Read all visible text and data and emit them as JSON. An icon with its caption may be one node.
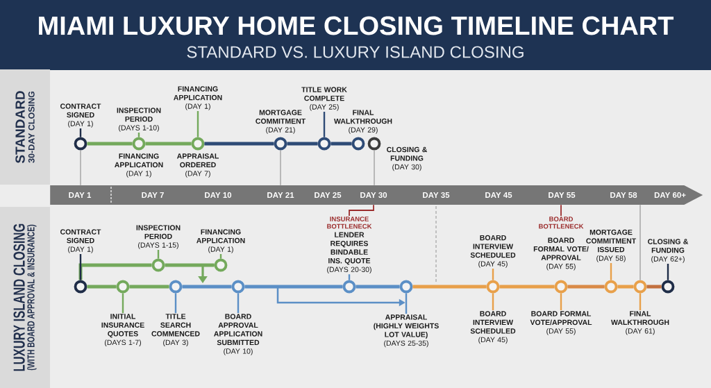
{
  "diagram": {
    "title": "MIAMI LUXURY HOME CLOSING TIMELINE CHART",
    "nodes": [
      {
        "text": [
          "STANDARD",
          "30-DAY CLOSING"
        ]
      },
      {
        "text": [
          "CONTRACT SIGNED",
          "(DAY 1)"
        ]
      },
      {
        "text": [],
        "shape": "circle"
      },
      {
        "text": [
          "INSPECTION PERIOD",
          "(DAYS 1-10)"
        ]
      },
      {
        "text": [],
        "shape": "circle",
        "beside": [
          "FINANCING APPLICATION",
          "(DAY 1)"
        ]
      },
      {
        "text": [
          "FINANCING APPLICATION",
          "(DAY 1)"
        ]
      },
      {
        "text": [],
        "shape": "circle",
        "beside": [
          "APPRAISAL ORDERED",
          "(DAY 7)"
        ]
      },
      {
        "text": [],
        "shape": "circle",
        "beside": [
          "MORTGAGE COMMITMENT",
          "(DAY 21)"
        ]
      },
      {
        "text": [
          "TITLE WORK COMPLETE",
          "(DAY 25)"
        ]
      },
      {
        "text": [],
        "shape": "circle"
      },
      {
        "text": [],
        "shape": "circle",
        "beside": [
          "FINAL WALKTHROUGH",
          "(DAY 29)"
        ]
      },
      {
        "text": [],
        "shape": "circle",
        "beside": [
          "CLOSING & FUNDING",
          "(DAY 30)"
        ]
      },
      {
        "text": [
          "DAY 1",
          "DAY 7",
          "DAY 10",
          "DAY 21",
          "DAY 25",
          "DAY 30",
          "DAY 35",
          "DAY 45",
          "DAY 55",
          "DAY 58",
          "DAY 60+"
        ]
      },
      {
        "text": [
          "LUXURY ISLAND CLOSING",
          "(WITH BOARD APPROVAL & INSURANCE)"
        ]
      },
      {
        "text": [
          "CONTRACT SIGNED",
          "(DAY 1)"
        ]
      },
      {
        "text": [],
        "shape": "circle"
      },
      {
        "text": [
          "INSPECTION PERIOD",
          "(DAYS 1-15)"
        ]
      },
      {
        "text": [],
        "shape": "circle"
      },
      {
        "text": [
          "FINANCING APPLICATION",
          "(DAY 1)"
        ]
      },
      {
        "text": [],
        "shape": "circle"
      },
      {
        "text": [],
        "shape": "circle"
      },
      {
        "text": [
          "INITIAL INSURANCE QUOTES",
          "(DAYS 1-7)"
        ]
      },
      {
        "text": [],
        "shape": "circle"
      },
      {
        "text": [
          "TITLE SEARCH COMMENCED",
          "(DAY 3)"
        ]
      },
      {
        "text": [],
        "shape": "circle"
      },
      {
        "text": [
          "BOARD APPROVAL APPLICATION SUBMITTED",
          "(DAY 10)"
        ]
      },
      {
        "text": [
          "INSURANCE BOTTLENECK",
          "LENDER REQUIRES BINDABLE INS. QUOTE",
          "(DAYS 20-30)"
        ]
      },
      {
        "text": [],
        "shape": "circle"
      },
      {
        "text": [],
        "shape": "circle"
      },
      {
        "text": [
          "APPRAISAL (HIGHLY WEIGHTS LOT VALUE)",
          "(DAYS 25-35)"
        ]
      },
      {
        "text": [
          "BOARD INTERVIEW SCHEDULED",
          "(DAY 45)"
        ]
      },
      {
        "text": [],
        "shape": "circle"
      },
      {
        "text": [
          "BOARD INTERVIEW SCHEDULED",
          "(DAY 45)"
        ]
      },
      {
        "text": [
          "BOARD BOTTLENECK",
          "BOARD FORMAL VOTE/ APPROVAL",
          "(DAY 55)"
        ]
      },
      {
        "text": [],
        "shape": "circle"
      },
      {
        "text": [
          "BOARD FORMAL VOTE/APPROVAL",
          "(DAY 55)"
        ]
      },
      {
        "text": [
          "MORTGAGE COMMITMENT ISSUED",
          "(DAY 58)"
        ]
      },
      {
        "text": [],
        "shape": "circle"
      },
      {
        "text": [],
        "shape": "circle"
      },
      {
        "text": [
          "FINAL WALKTHROUGH",
          "(DAY 61)"
        ]
      },
      {
        "text": [
          "CLOSING & FUNDING",
          "(DAY 62+)"
        ]
      },
      {
        "text": [],
        "shape": "circle"
      }
    ],
    "edges": [
      {
        "from": 1,
        "to": 2,
        "arrow": "none",
        "color": "#1f2d48"
      },
      {
        "from": 2,
        "to": 4,
        "arrow": "none",
        "style": "thick",
        "color": "#74a95c"
      },
      {
        "from": 3,
        "to": 4,
        "arrow": "none",
        "color": "#74a95c"
      },
      {
        "from": 4,
        "to": 6,
        "arrow": "none",
        "style": "thick",
        "color": "#74a95c"
      },
      {
        "from": 5,
        "to": 6,
        "arrow": "none",
        "color": "#74a95c"
      },
      {
        "from": 6,
        "to": 7,
        "arrow": "none",
        "style": "thick",
        "color": "#2e4b76"
      },
      {
        "from": 7,
        "to": 9,
        "arrow": "none",
        "style": "thick",
        "color": "#2e4b76"
      },
      {
        "from": 8,
        "to": 9,
        "arrow": "none",
        "color": "#2e4b76"
      },
      {
        "from": 9,
        "to": 10,
        "arrow": "none",
        "style": "thick",
        "color": "#2e4b76"
      },
      {
        "from": 2,
        "to": 12,
        "arrow": "none",
        "color": "#a6a6a6"
      },
      {
        "from": 7,
        "to": 12,
        "arrow": "none",
        "color": "#a6a6a6"
      },
      {
        "from": 11,
        "to": 12,
        "arrow": "none",
        "color": "#a6a6a6"
      },
      {
        "from": 15,
        "to": 17,
        "arrow": "none",
        "style": "thick",
        "color": "#74a95c"
      },
      {
        "from": 14,
        "to": 15,
        "arrow": "none",
        "color": "#1f2d48"
      },
      {
        "from": 16,
        "to": 17,
        "arrow": "none",
        "color": "#74a95c"
      },
      {
        "from": 17,
        "to": 19,
        "arrow": "none",
        "style": "thick",
        "color": "#74a95c"
      },
      {
        "from": 18,
        "to": 19,
        "arrow": "none",
        "color": "#74a95c"
      },
      {
        "from": 19,
        "to": null,
        "arrow": "to",
        "color": "#74a95c"
      },
      {
        "from": 15,
        "to": 20,
        "arrow": "none",
        "style": "thick",
        "color": "#74a95c"
      },
      {
        "from": 21,
        "to": 20,
        "arrow": "none",
        "color": "#74a95c"
      },
      {
        "from": 20,
        "to": 22,
        "arrow": "none",
        "style": "thick",
        "color": "#74a95c"
      },
      {
        "from": 23,
        "to": 22,
        "arrow": "none",
        "color": "#5b8fc6"
      },
      {
        "from": 22,
        "to": 24,
        "arrow": "none",
        "style": "thick",
        "color": "#5b8fc6"
      },
      {
        "from": 25,
        "to": 24,
        "arrow": "none",
        "color": "#5b8fc6"
      },
      {
        "from": 24,
        "to": 27,
        "arrow": "none",
        "style": "thick",
        "color": "#5b8fc6"
      },
      {
        "from": 26,
        "to": 27,
        "arrow": "none",
        "color": "#5b8fc6"
      },
      {
        "from": 27,
        "to": 28,
        "arrow": "none",
        "style": "thick",
        "color": "#5b8fc6"
      },
      {
        "from": null,
        "to": 28,
        "arrow": "to",
        "color": "#5b8fc6"
      },
      {
        "from": 29,
        "to": 28,
        "arrow": "none",
        "color": "#5b8fc6"
      },
      {
        "from": 28,
        "to": 31,
        "arrow": "none",
        "style": "thick",
        "color": "#e8a04a"
      },
      {
        "from": 30,
        "to": 31,
        "arrow": "none",
        "color": "#e8a04a"
      },
      {
        "from": 32,
        "to": 31,
        "arrow": "none",
        "color": "#e8a04a"
      },
      {
        "from": 31,
        "to": 34,
        "arrow": "none",
        "style": "thick",
        "color": "#e8a04a"
      },
      {
        "from": 35,
        "to": 34,
        "arrow": "none",
        "color": "#e8a04a"
      },
      {
        "from": 34,
        "to": 37,
        "arrow": "none",
        "style": "thick",
        "color": "#d98a47"
      },
      {
        "from": 36,
        "to": 37,
        "arrow": "none",
        "color": "#e8a04a"
      },
      {
        "from": 37,
        "to": 38,
        "arrow": "none",
        "style": "thick",
        "color": "#e8a04a"
      },
      {
        "from": 39,
        "to": 38,
        "arrow": "none",
        "color": "#e8a04a"
      },
      {
        "from": 38,
        "to": 41,
        "arrow": "none",
        "style": "thick",
        "color": "#c2703f"
      },
      {
        "from": 40,
        "to": 41,
        "arrow": "none",
        "color": "#1f2d48"
      },
      {
        "from": 12,
        "to": 26,
        "arrow": "none",
        "color": "#9b2c2c"
      },
      {
        "from": 12,
        "to": 33,
        "arrow": "none",
        "color": "#9b2c2c"
      },
      {
        "from": 12,
        "to": 38,
        "arrow": "none",
        "color": "#a6a6a6"
      }
    ],
    "labels": [
      "STANDARD VS. LUXURY ISLAND CLOSING"
    ]
  }
}
